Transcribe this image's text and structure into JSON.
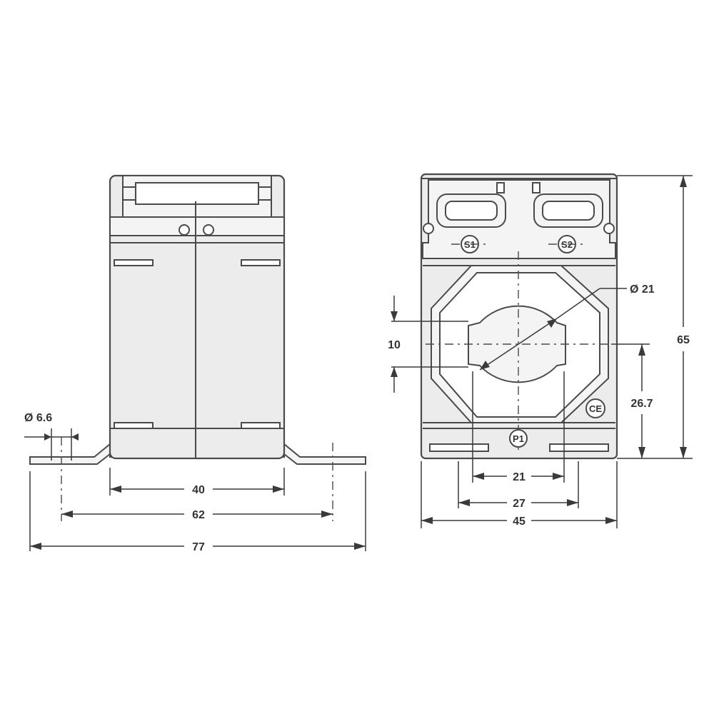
{
  "side_view": {
    "dimensions": {
      "hole_diameter": "Ø 6.6",
      "body_width": "40",
      "hole_spacing": "62",
      "overall_width": "77"
    }
  },
  "front_view": {
    "dimensions": {
      "aperture_diameter": "Ø 21",
      "slot_height": "10",
      "height": "65",
      "center_height": "26.7",
      "inner_width": "21",
      "mount_width": "27",
      "overall_width": "45"
    },
    "markings": {
      "terminal_s1": "S1",
      "terminal_s2": "S2",
      "primary_p1": "P1",
      "ce_mark": "CE"
    }
  }
}
